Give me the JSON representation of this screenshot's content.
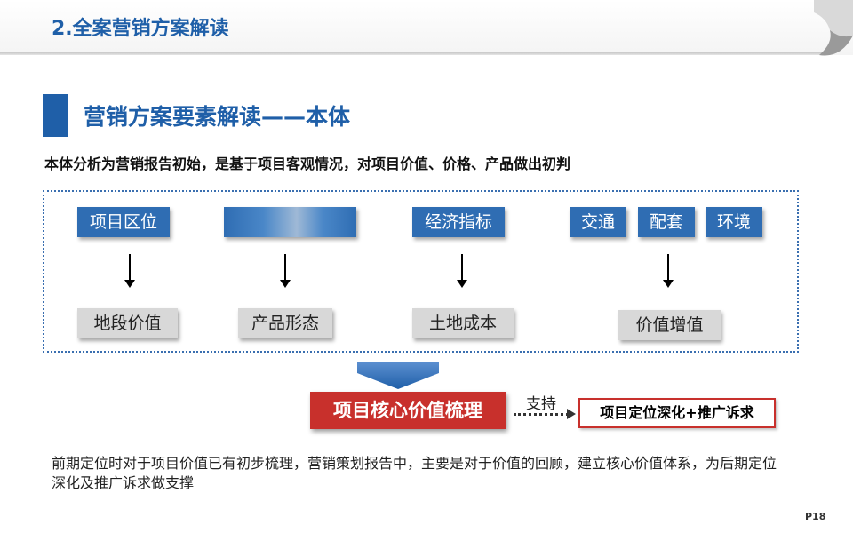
{
  "header": {
    "title": "2.全案营销方案解读"
  },
  "section": {
    "title": "营销方案要素解读——本体"
  },
  "intro": "本体分析为营销报告初始，是基于项目客观情况，对项目价值、价格、产品做出初判",
  "factors": {
    "location": "项目区位",
    "blurred": "",
    "economic": "经济指标",
    "traffic": "交通",
    "facilities": "配套",
    "environment": "环境"
  },
  "results": {
    "land_value": "地段价值",
    "product_form": "产品形态",
    "land_cost": "土地成本",
    "value_add": "价值增值"
  },
  "core": {
    "label": "项目核心价值梳理",
    "support": "支持",
    "goal": "项目定位深化+推广诉求"
  },
  "body_text": "前期定位时对于项目价值已有初步梳理，营销策划报告中，主要是对于价值的回顾，建立核心价值体系，为后期定位深化及推广诉求做支撑",
  "page": "P18",
  "colors": {
    "brand_blue": "#1f5fa8",
    "box_blue": "#2f6db3",
    "core_red": "#c8302c",
    "grey_box": "#d8d8d8"
  }
}
